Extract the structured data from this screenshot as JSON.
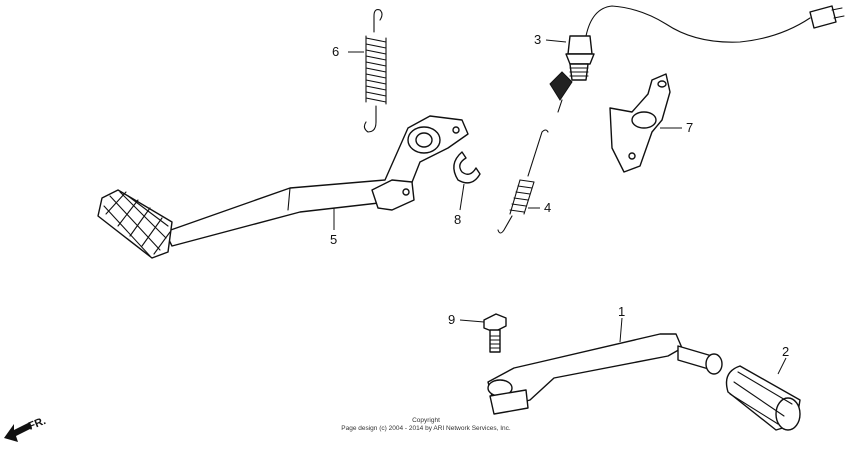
{
  "callouts": {
    "c1": "1",
    "c2": "2",
    "c3": "3",
    "c4": "4",
    "c5": "5",
    "c6": "6",
    "c7": "7",
    "c8": "8",
    "c9": "9"
  },
  "front_marker": "FR.",
  "copyright": {
    "line1": "Copyright",
    "line2": "Page design (c) 2004 - 2014 by ARI Network Services, Inc."
  }
}
